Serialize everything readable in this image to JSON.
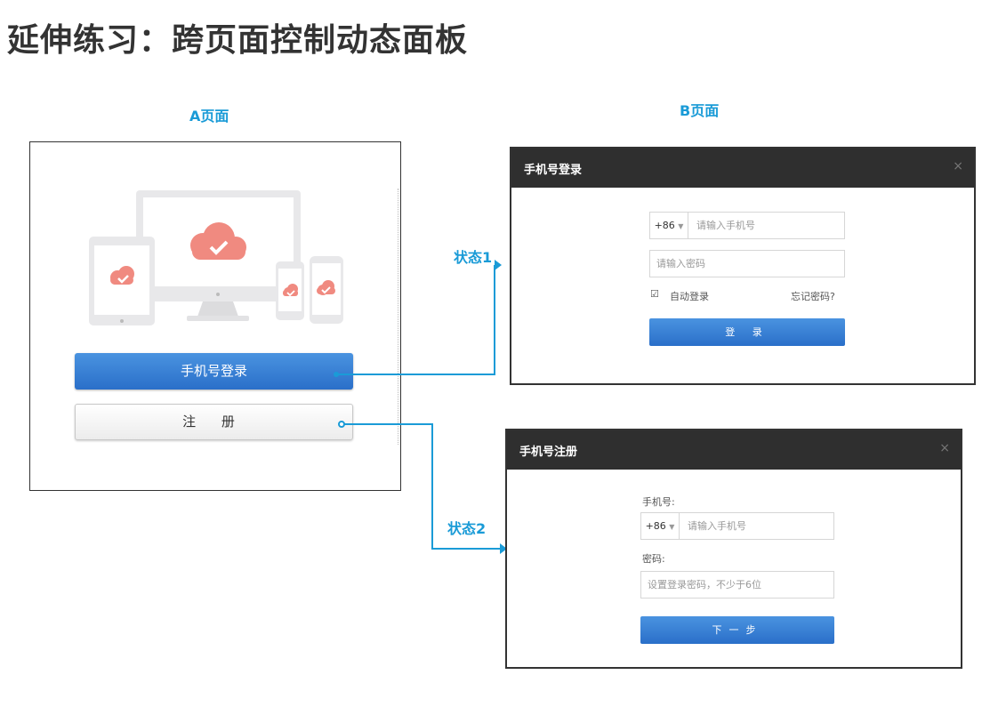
{
  "title": "延伸练习：跨页面控制动态面板",
  "page_a": {
    "label": "A页面",
    "phone_login_button": "手机号登录",
    "register_button": "注 册"
  },
  "page_b": {
    "label": "B页面"
  },
  "states": {
    "state1": "状态1",
    "state2": "状态2"
  },
  "login_dialog": {
    "title": "手机号登录",
    "close": "×",
    "country_code": "+86",
    "phone_placeholder": "请输入手机号",
    "password_placeholder": "请输入密码",
    "remember_label": "自动登录",
    "forgot_link": "忘记密码?",
    "submit_button": "登 录"
  },
  "register_dialog": {
    "title": "手机号注册",
    "close": "×",
    "phone_label": "手机号:",
    "country_code": "+86",
    "phone_placeholder": "请输入手机号",
    "password_label": "密码:",
    "password_placeholder": "设置登录密码，不少于6位",
    "next_button": "下一步"
  },
  "colors": {
    "accent": "#1a9bd7",
    "button_blue": "#2f7fd6",
    "dialog_bar": "#2f2f2f",
    "cloud": "#f08a80"
  }
}
